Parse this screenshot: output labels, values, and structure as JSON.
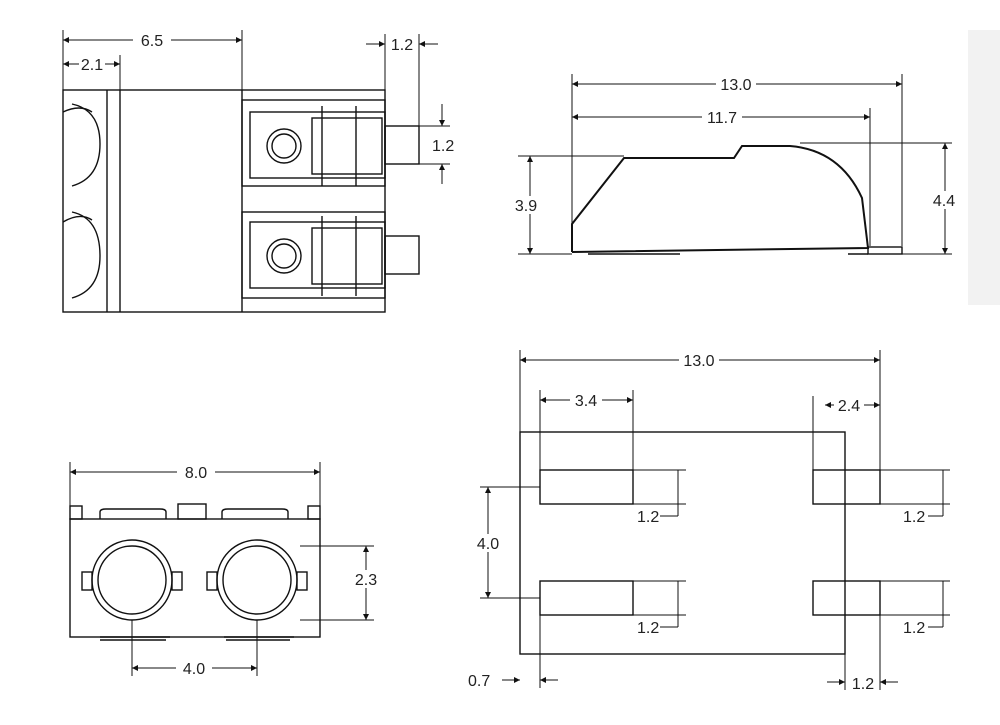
{
  "top_view": {
    "dims": {
      "overall_width": "6.5",
      "left_offset": "2.1",
      "lead_length": "1.2",
      "lead_width": "1.2"
    }
  },
  "side_view": {
    "dims": {
      "overall_length": "13.0",
      "body_length": "11.7",
      "body_height": "3.9",
      "overall_height": "4.4"
    }
  },
  "front_view": {
    "dims": {
      "width": "8.0",
      "lens_height": "2.3",
      "lens_pitch": "4.0"
    }
  },
  "footprint_view": {
    "dims": {
      "overall_length": "13.0",
      "pad_length_left": "3.4",
      "pad_length_right": "2.4",
      "pad_pitch": "4.0",
      "pad_width_top_left": "1.2",
      "pad_width_bottom_left": "1.2",
      "pad_width_top_right": "1.2",
      "pad_width_bottom_right": "1.2",
      "pad_offset": "0.7",
      "pad_extension": "1.2"
    }
  }
}
